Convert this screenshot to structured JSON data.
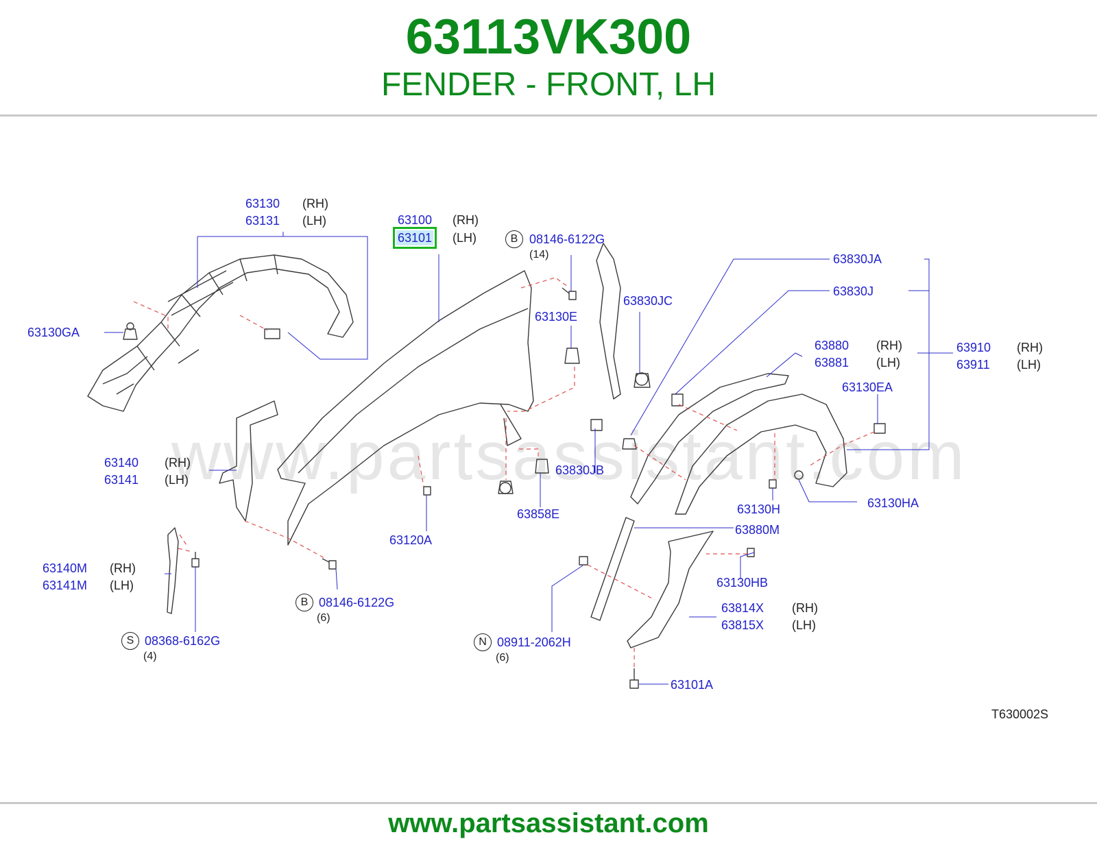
{
  "header": {
    "part_number": "63113VK300",
    "description": "FENDER - FRONT, LH"
  },
  "watermark": "www.partsassistant.com",
  "footer": {
    "url": "www.partsassistant.com"
  },
  "diagram_code": "T630002S",
  "colors": {
    "brand_green": "#0c8a1c",
    "part_label_blue": "#2222cc",
    "highlight_box": "#19b31f",
    "highlight_fill": "#c9ecf6"
  },
  "labels": {
    "p63130": "63130",
    "p63130_side": "(RH)",
    "p63131": "63131",
    "p63131_side": "(LH)",
    "p63130GA": "63130GA",
    "p63100": "63100",
    "p63100_side": "(RH)",
    "p63101": "63101",
    "p63101_side": "(LH)",
    "b1_letter": "B",
    "b1_part": "08146-6122G",
    "b1_qty": "(14)",
    "p63130E": "63130E",
    "p63830JC": "63830JC",
    "p63830JA": "63830JA",
    "p63830J": "63830J",
    "p63880": "63880",
    "p63880_side": "(RH)",
    "p63881": "63881",
    "p63881_side": "(LH)",
    "p63910": "63910",
    "p63910_side": "(RH)",
    "p63911": "63911",
    "p63911_side": "(LH)",
    "p63130EA": "63130EA",
    "p63140": "63140",
    "p63140_side": "(RH)",
    "p63141": "63141",
    "p63141_side": "(LH)",
    "p63830JB": "63830JB",
    "p63120A": "63120A",
    "p63858E": "63858E",
    "p63130H": "63130H",
    "p63130HA": "63130HA",
    "p63880M": "63880M",
    "p63140M": "63140M",
    "p63140M_side": "(RH)",
    "p63141M": "63141M",
    "p63141M_side": "(LH)",
    "p63130HB": "63130HB",
    "b2_letter": "B",
    "b2_part": "08146-6122G",
    "b2_qty": "(6)",
    "p63814X": "63814X",
    "p63814X_side": "(RH)",
    "p63815X": "63815X",
    "p63815X_side": "(LH)",
    "s_letter": "S",
    "s_part": "08368-6162G",
    "s_qty": "(4)",
    "n_letter": "N",
    "n_part": "08911-2062H",
    "n_qty": "(6)",
    "p63101A": "63101A"
  }
}
